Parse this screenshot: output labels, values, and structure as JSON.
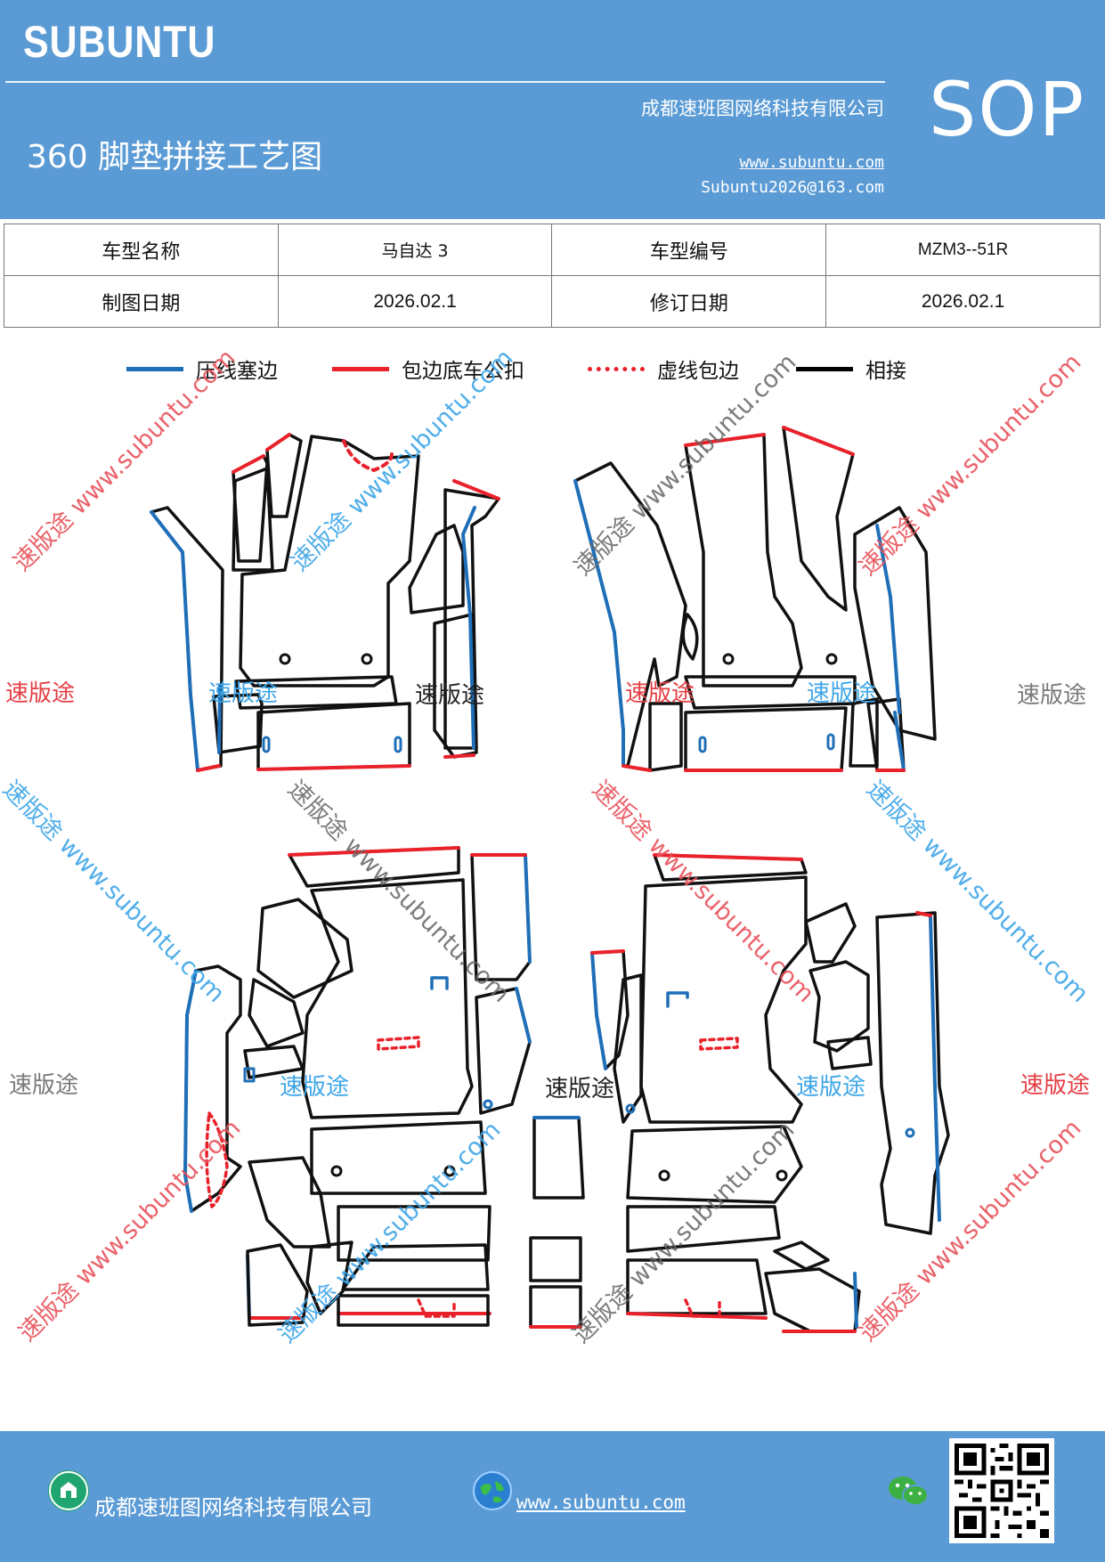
{
  "header": {
    "brand": "SUBUNTU",
    "title": "360 脚垫拼接工艺图",
    "company": "成都速班图网络科技有限公司",
    "website": "www.subuntu.com",
    "email": "Subuntu2026@163.com",
    "badge": "SOP"
  },
  "info_table": {
    "row1": {
      "label1": "车型名称",
      "value1": "马自达 3",
      "label2": "车型编号",
      "value2": "MZM3--51R"
    },
    "row2": {
      "label1": "制图日期",
      "value1": "2026.02.1",
      "label2": "修订日期",
      "value2": "2026.02.1"
    }
  },
  "legend": {
    "items": [
      {
        "label": "压线塞边",
        "color": "#1f6fb8",
        "style": "solid"
      },
      {
        "label": "包边底车公扣",
        "color": "#e8212a",
        "style": "solid"
      },
      {
        "label": "虚线包边",
        "color": "#e8212a",
        "style": "dotted"
      },
      {
        "label": "相接",
        "color": "#000000",
        "style": "solid"
      }
    ]
  },
  "watermarks": {
    "short": "速版途",
    "long": "速版途 www.subuntu.com",
    "url": "www.subuntu.com",
    "url_short": "www.subuntu.com"
  },
  "colors": {
    "header_bg": "#5b9bd5",
    "edge_blue": "#1f6fb8",
    "edge_red": "#e8212a",
    "edge_black": "#111111"
  },
  "footer": {
    "company": "成都速班图网络科技有限公司",
    "website": "www.subuntu.com",
    "icons": [
      "building-icon",
      "globe-icon",
      "wechat-icon",
      "qr-code"
    ]
  }
}
